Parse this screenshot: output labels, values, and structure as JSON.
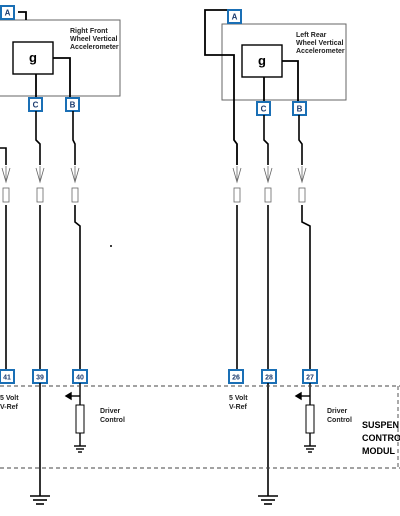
{
  "sensors": {
    "right_front": {
      "line1": "Right Front",
      "line2": "Wheel Vertical",
      "line3": "Accelerometer",
      "glyph": "g"
    },
    "left_rear": {
      "line1": "Left Rear",
      "line2": "Wheel Vertical",
      "line3": "Accelerometer",
      "glyph": "g"
    }
  },
  "connectors": {
    "rf_a": "A",
    "rf_c": "C",
    "rf_b": "B",
    "lr_a": "A",
    "lr_c": "C",
    "lr_b": "B"
  },
  "pins": {
    "p41": "41",
    "p39": "39",
    "p40": "40",
    "p26": "26",
    "p28": "28",
    "p27": "27"
  },
  "labels": {
    "rf_vref_1": "5 Volt",
    "rf_vref_2": "V-Ref",
    "lr_vref_1": "5 Volt",
    "lr_vref_2": "V-Ref",
    "rf_driver_1": "Driver",
    "rf_driver_2": "Control",
    "lr_driver_1": "Driver",
    "lr_driver_2": "Control"
  },
  "module": {
    "line1": "SUSPEN",
    "line2": "CONTRO",
    "line3": "MODUL"
  },
  "colors": {
    "connector_border": "#1a6fb5",
    "connector_fill": "#ffffff",
    "wire": "#000000",
    "module_boundary": "#333333"
  }
}
